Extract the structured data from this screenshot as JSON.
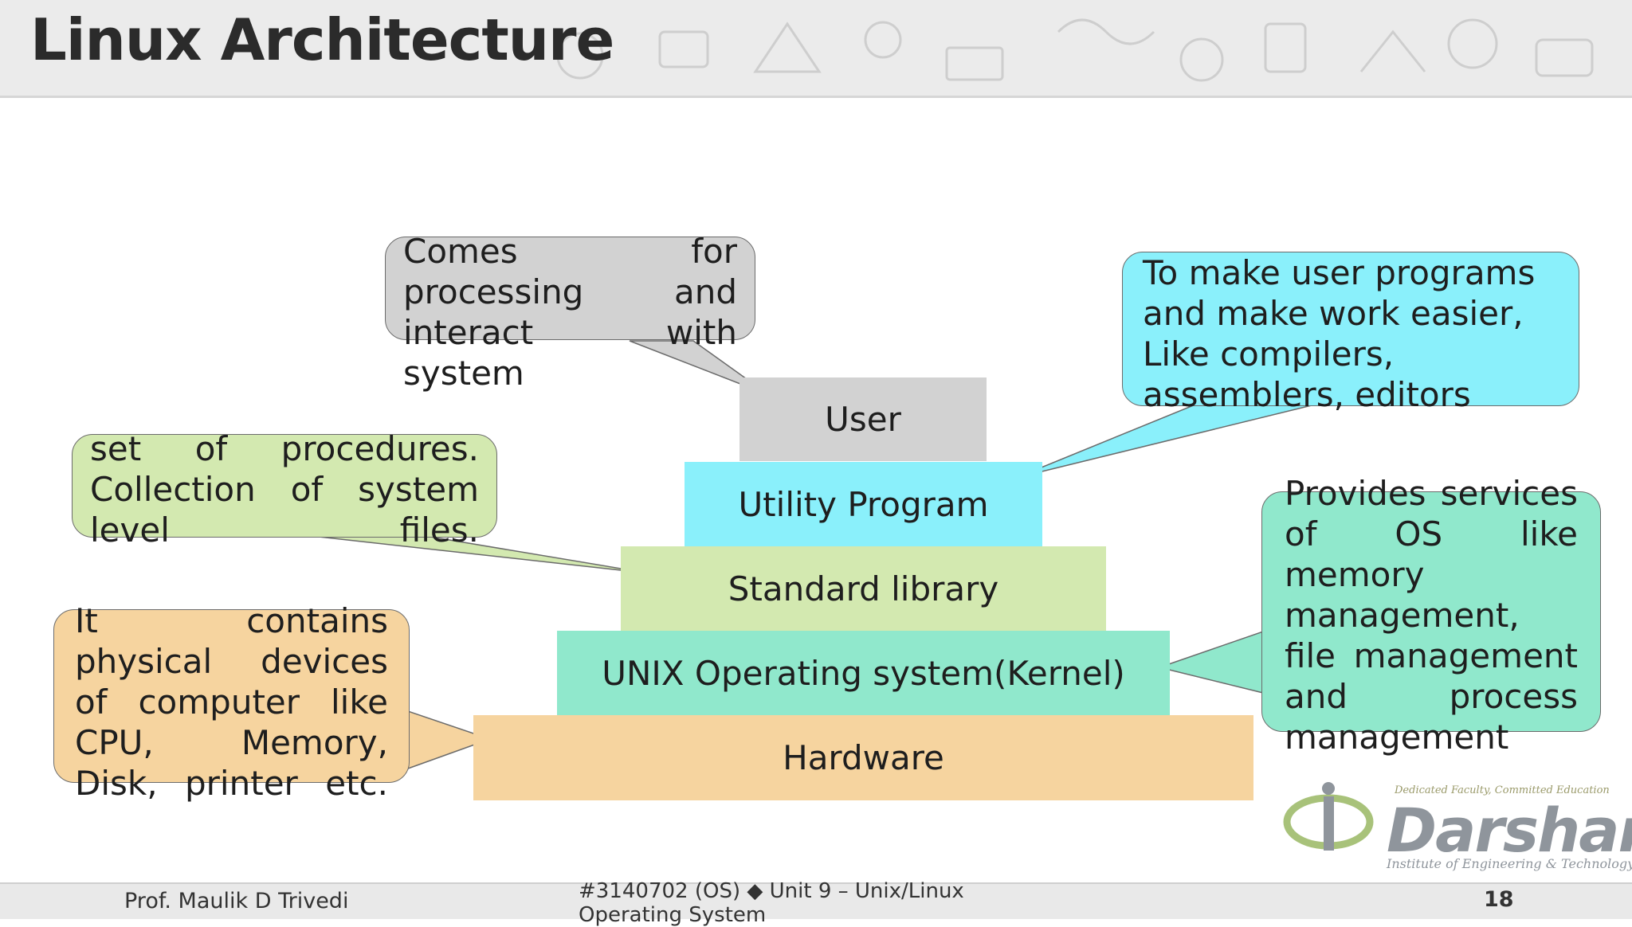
{
  "slide": {
    "title": "Linux Architecture"
  },
  "layers": [
    {
      "label": "User",
      "color": "#d2d2d2"
    },
    {
      "label": "Utility Program",
      "color": "#8af0fb"
    },
    {
      "label": "Standard library",
      "color": "#d3e9b0"
    },
    {
      "label": "UNIX Operating system(Kernel)",
      "color": "#90e8cc"
    },
    {
      "label": "Hardware",
      "color": "#f6d49f"
    }
  ],
  "callouts": {
    "user": {
      "text": "Comes for processing and interact with system",
      "color": "#d2d2d2"
    },
    "utility": {
      "text": "To make user programs and make work easier, Like compilers, assemblers, editors",
      "color": "#8af0fb"
    },
    "library": {
      "text": "set of procedures. Collection of system level files.",
      "color": "#d3e9b0"
    },
    "kernel": {
      "text": "Provides services of OS like memory management, file management and process management",
      "color": "#90e8cc"
    },
    "hardware": {
      "text": "It contains physical devices of computer like CPU, Memory, Disk, printer etc.",
      "color": "#f6d49f"
    }
  },
  "footer": {
    "author": "Prof. Maulik D Trivedi",
    "course": "#3140702 (OS)   ◆   Unit 9 – Unix/Linux Operating System",
    "page": "18"
  },
  "logo": {
    "tagline": "Dedicated Faculty, Committed Education",
    "name": "Darshan",
    "institute": "Institute of Engineering & Technology"
  }
}
